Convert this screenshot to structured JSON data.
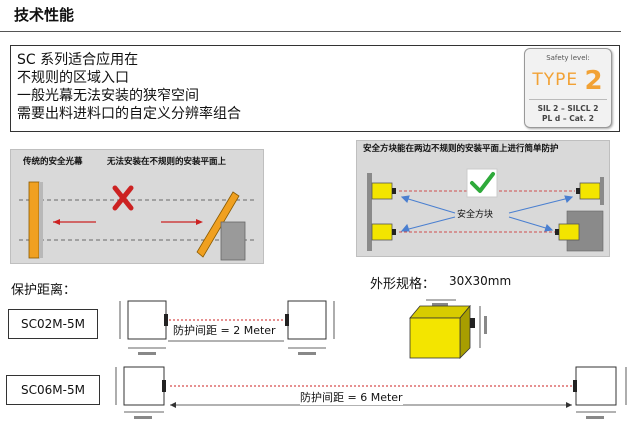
{
  "header": {
    "title": "技术性能"
  },
  "intro": {
    "lines": [
      "SC 系列适合应用在",
      "不规则的区域入口",
      "一般光幕无法安装的狭窄空间",
      "需要出料进料口的自定义分辨率组合"
    ]
  },
  "badge": {
    "level_label": "Safety level:",
    "type_word": "TYPE",
    "type_number": "2",
    "sil_line": "SIL 2 – SILCL 2",
    "pl_line": "PL d – Cat. 2"
  },
  "panel_left": {
    "caption_a": "传统的安全光幕",
    "caption_b": "无法安装在不规则的安装平面上"
  },
  "panel_right": {
    "caption": "安全方块能在两边不规则的安装平面上进行简单防护",
    "center_label": "安全方块"
  },
  "protect_label": "保护距离：",
  "dimension_label": "外形规格：",
  "dimension_value": "30X30mm",
  "models": [
    {
      "name": "SC02M-5M",
      "distance": "防护间距 = 2 Meter"
    },
    {
      "name": "SC06M-5M",
      "distance": "防护间距 = 6 Meter"
    }
  ],
  "colors": {
    "yellow": "#f3e500",
    "orange": "#f0a020",
    "red": "#cc2222",
    "green": "#2eaa3a",
    "blue": "#4a7fd0",
    "panel": "#d9d9d9"
  }
}
